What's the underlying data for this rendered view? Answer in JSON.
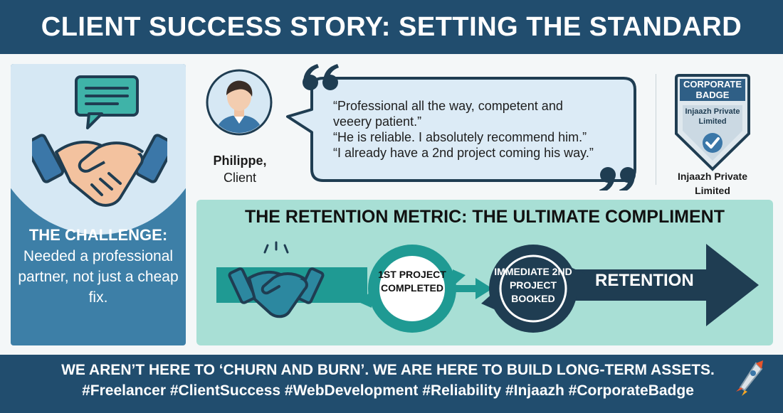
{
  "header": {
    "title": "CLIENT SUCCESS STORY: SETTING THE STANDARD"
  },
  "challenge": {
    "title": "THE CHALLENGE:",
    "body": "Needed a professional partner, not just a cheap fix.",
    "icons": [
      "chat-bubble-icon",
      "handshake-icon"
    ]
  },
  "testimonial": {
    "client_name": "Philippe,",
    "client_role": "Client",
    "lines": [
      "“Professional all the way, competent and",
      "veeery patient.”",
      "“He is reliable. I absolutely recommend him.”",
      "“I already have a 2nd project coming his way.”"
    ]
  },
  "badge": {
    "title": "CORPORATE BADGE",
    "company": "Injaazh Private Limited",
    "caption": "Injaazh Private Limited",
    "icon": "check-icon"
  },
  "retention": {
    "title": "THE RETENTION METRIC: THE ULTIMATE COMPLIMENT",
    "step1": "1ST PROJECT COMPLETED",
    "step2": "IMMEDIATE 2ND PROJECT BOOKED",
    "result": "RETENTION"
  },
  "footer": {
    "line1": "WE AREN’T HERE TO ‘CHURN AND BURN’. WE ARE HERE TO BUILD LONG-TERM ASSETS.",
    "line2": "#Freelancer #ClientSuccess #WebDevelopment #Reliability #Injaazh #CorporateBadge"
  },
  "colors": {
    "navy": "#214d6e",
    "challenge_blue": "#3d7fa7",
    "light_blue": "#d6e8f4",
    "teal": "#1f9a93",
    "mint": "#a8dfd5",
    "dark_navy": "#1f3d52"
  }
}
